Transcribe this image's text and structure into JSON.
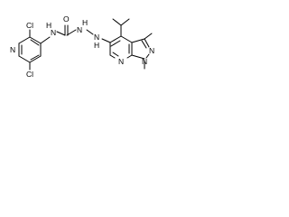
{
  "structure": {
    "atoms": {
      "cl_top": "Cl",
      "cl_bottom": "Cl",
      "n_pyridine": "N",
      "nh_amide": "N",
      "h_amide": "H",
      "o_carbonyl": "O",
      "nh_hydrazine_1": "N",
      "h_hydrazine_1": "H",
      "nh_hydrazine_2": "N",
      "h_hydrazine_2": "H",
      "n_pyridine_ring": "N",
      "n1_pyrazole": "N",
      "n2_pyrazole": "N"
    }
  }
}
